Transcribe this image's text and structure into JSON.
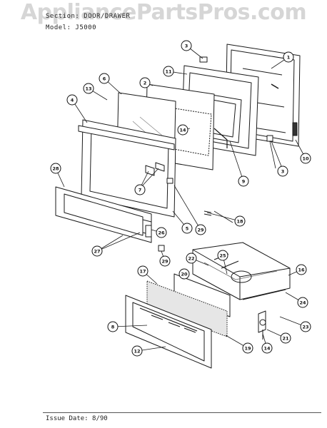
{
  "header": {
    "section": "Section: DOOR/DRAWER",
    "model": "Model: J5000"
  },
  "watermark": "AppliancePartsPros.com",
  "footer": {
    "issue": "Issue Date: 8/90"
  },
  "callouts": [
    {
      "id": "c1",
      "label": "1"
    },
    {
      "id": "c2",
      "label": "2"
    },
    {
      "id": "c3a",
      "label": "3"
    },
    {
      "id": "c3b",
      "label": "3"
    },
    {
      "id": "c4",
      "label": "4"
    },
    {
      "id": "c5",
      "label": "5"
    },
    {
      "id": "c6",
      "label": "6"
    },
    {
      "id": "c7",
      "label": "7"
    },
    {
      "id": "c8",
      "label": "8"
    },
    {
      "id": "c9",
      "label": "9"
    },
    {
      "id": "c10",
      "label": "10"
    },
    {
      "id": "c11",
      "label": "11"
    },
    {
      "id": "c12",
      "label": "12"
    },
    {
      "id": "c13",
      "label": "13"
    },
    {
      "id": "c14a",
      "label": "14"
    },
    {
      "id": "c14b",
      "label": "14"
    },
    {
      "id": "c16",
      "label": "16"
    },
    {
      "id": "c17",
      "label": "17"
    },
    {
      "id": "c18",
      "label": "18"
    },
    {
      "id": "c19",
      "label": "19"
    },
    {
      "id": "c20",
      "label": "20"
    },
    {
      "id": "c21",
      "label": "21"
    },
    {
      "id": "c22",
      "label": "22"
    },
    {
      "id": "c23",
      "label": "23"
    },
    {
      "id": "c24",
      "label": "24"
    },
    {
      "id": "c25",
      "label": "25"
    },
    {
      "id": "c26",
      "label": "26"
    },
    {
      "id": "c27",
      "label": "27"
    },
    {
      "id": "c28",
      "label": "28"
    },
    {
      "id": "c29a",
      "label": "29"
    },
    {
      "id": "c29b",
      "label": "29"
    }
  ]
}
